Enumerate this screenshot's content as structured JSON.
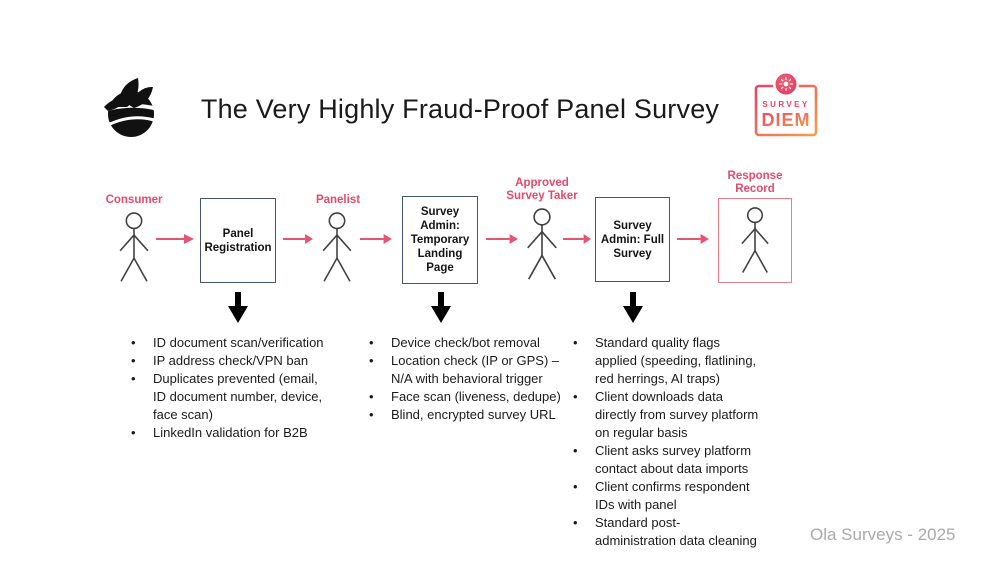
{
  "slide": {
    "title": "The Very Highly Fraud-Proof Panel Survey",
    "credit": "Ola Surveys - 2025"
  },
  "brand": {
    "logo_icon": "leaf-bird-emblem",
    "surveydiem": {
      "badge_icon": "sun-icon",
      "line1": "SURVEY",
      "line2": "DIEM"
    }
  },
  "flow": {
    "stages": [
      {
        "type": "actor",
        "label": "Consumer"
      },
      {
        "type": "process",
        "label": "Panel Registration"
      },
      {
        "type": "actor",
        "label": "Panelist"
      },
      {
        "type": "process",
        "label": "Survey Admin: Temporary Landing Page"
      },
      {
        "type": "actor",
        "label": "Approved Survey Taker"
      },
      {
        "type": "process",
        "label": "Survey Admin: Full Survey"
      },
      {
        "type": "record",
        "label": "Response Record"
      }
    ]
  },
  "details": {
    "columns": [
      {
        "items": [
          "ID document scan/​verification",
          "IP address check/VPN ban",
          "Duplicates prevented (email, ID document number, device, face scan)",
          "LinkedIn validation for B2B"
        ]
      },
      {
        "items": [
          "Device check/bot removal",
          "Location check (IP or GPS) – N/A with behavioral trigger",
          "Face scan (liveness, dedupe)",
          "Blind, encrypted survey URL"
        ]
      },
      {
        "items": [
          "Standard quality flags applied (speeding, flatlining, red herrings, AI traps)",
          "Client downloads data directly from survey platform on regular basis",
          "Client asks survey platform contact about data imports",
          "Client confirms respondent IDs with panel",
          "Standard post-administration data cleaning"
        ]
      }
    ]
  },
  "colors": {
    "accent_pink": "#e44a6c",
    "arrow_pink": "#e45572",
    "process_border": "#44546a",
    "record_border": "#e87d90",
    "figure_stroke": "#404040",
    "credit_gray": "#a9a9a9",
    "brand_gradient_start": "#e9426b",
    "brand_gradient_end": "#f59e49"
  }
}
